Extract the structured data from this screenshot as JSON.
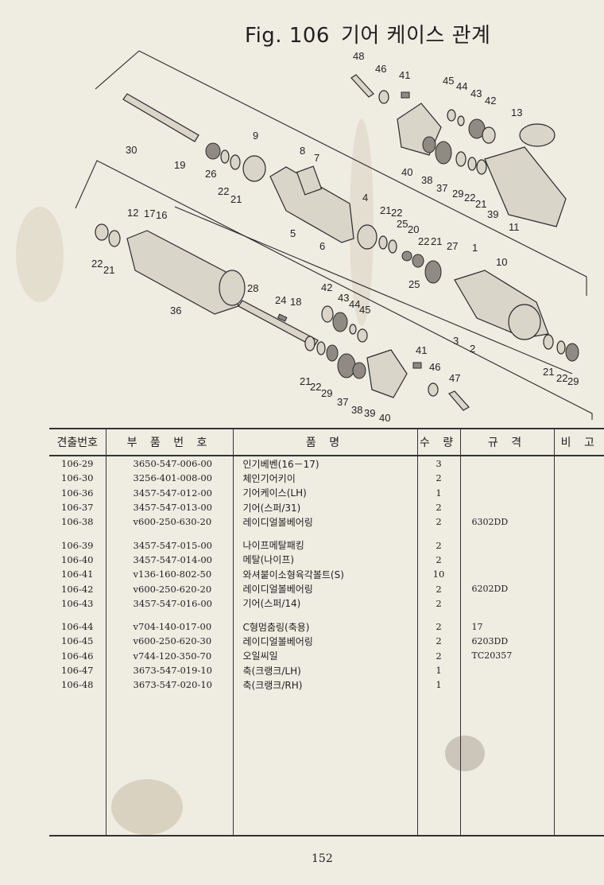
{
  "figure": {
    "label": "Fig. 106",
    "title": "기어 케이스 관계",
    "callouts": [
      "48",
      "46",
      "41",
      "45",
      "44",
      "43",
      "42",
      "13",
      "30",
      "19",
      "9",
      "26",
      "22",
      "21",
      "8",
      "7",
      "40",
      "38",
      "37",
      "29",
      "22",
      "21",
      "39",
      "11",
      "12",
      "17",
      "16",
      "4",
      "21",
      "22",
      "25",
      "20",
      "22",
      "21",
      "27",
      "1",
      "10",
      "5",
      "6",
      "22",
      "21",
      "25",
      "36",
      "28",
      "24",
      "18",
      "42",
      "43",
      "44",
      "45",
      "3",
      "2",
      "41",
      "46",
      "47",
      "21",
      "22",
      "29",
      "21",
      "22",
      "29",
      "37",
      "38",
      "39",
      "40"
    ]
  },
  "table": {
    "headers": {
      "ref": "견출번호",
      "part_no": "부 품 번 호",
      "name": "품 명",
      "qty": "수 량",
      "spec": "규 격",
      "remarks": "비 고"
    },
    "rows": [
      {
        "ref": "106-29",
        "part_no": "3650-547-006-00",
        "name": "인기베벤(16－17)",
        "qty": "3",
        "spec": ""
      },
      {
        "ref": "106-30",
        "part_no": "3256-401-008-00",
        "name": "체인기어키이",
        "qty": "2",
        "spec": ""
      },
      {
        "ref": "106-36",
        "part_no": "3457-547-012-00",
        "name": "기어케이스(LH)",
        "qty": "1",
        "spec": ""
      },
      {
        "ref": "106-37",
        "part_no": "3457-547-013-00",
        "name": "기어(스퍼/31)",
        "qty": "2",
        "spec": ""
      },
      {
        "ref": "106-38",
        "part_no": "v600-250-630-20",
        "name": "레이디얼볼베어링",
        "qty": "2",
        "spec": "6302DD"
      },
      {
        "ref": "106-39",
        "part_no": "3457-547-015-00",
        "name": "나이프메탈패킹",
        "qty": "2",
        "spec": ""
      },
      {
        "ref": "106-40",
        "part_no": "3457-547-014-00",
        "name": "메탈(나이프)",
        "qty": "2",
        "spec": ""
      },
      {
        "ref": "106-41",
        "part_no": "v136-160-802-50",
        "name": "와셔붙이소형육각볼트(S)",
        "qty": "10",
        "spec": ""
      },
      {
        "ref": "106-42",
        "part_no": "v600-250-620-20",
        "name": "레이디얼볼베어링",
        "qty": "2",
        "spec": "6202DD"
      },
      {
        "ref": "106-43",
        "part_no": "3457-547-016-00",
        "name": "기어(스퍼/14)",
        "qty": "2",
        "spec": ""
      },
      {
        "ref": "106-44",
        "part_no": "v704-140-017-00",
        "name": "C형멈춤링(축용)",
        "qty": "2",
        "spec": "17"
      },
      {
        "ref": "106-45",
        "part_no": "v600-250-620-30",
        "name": "레이디얼볼베어링",
        "qty": "2",
        "spec": "6203DD"
      },
      {
        "ref": "106-46",
        "part_no": "v744-120-350-70",
        "name": "오일씨일",
        "qty": "2",
        "spec": "TC20357"
      },
      {
        "ref": "106-47",
        "part_no": "3673-547-019-10",
        "name": "축(크랭크/LH)",
        "qty": "1",
        "spec": ""
      },
      {
        "ref": "106-48",
        "part_no": "3673-547-020-10",
        "name": "축(크랭크/RH)",
        "qty": "1",
        "spec": ""
      }
    ]
  },
  "page_number": "152",
  "colors": {
    "paper": "#efece2",
    "ink": "#1f1f1f"
  }
}
